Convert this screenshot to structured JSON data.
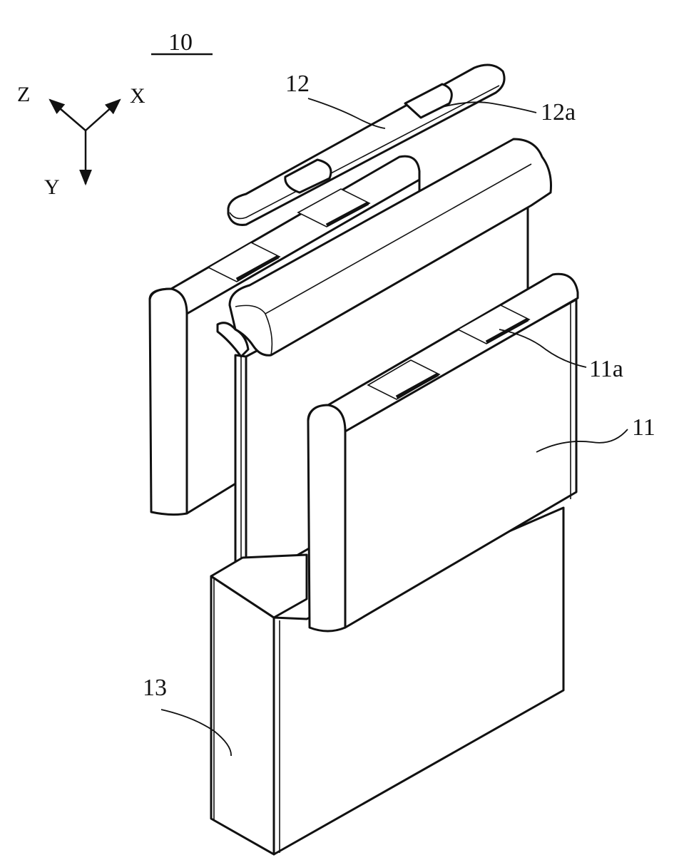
{
  "labels": {
    "figure_ref": "10",
    "lid": "12",
    "lid_tab": "12a",
    "cell": "11",
    "cell_tab": "11a",
    "housing": "13"
  },
  "axes": {
    "z": "Z",
    "x": "X",
    "y": "Y"
  },
  "colors": {
    "line": "#111111",
    "background": "#ffffff"
  }
}
